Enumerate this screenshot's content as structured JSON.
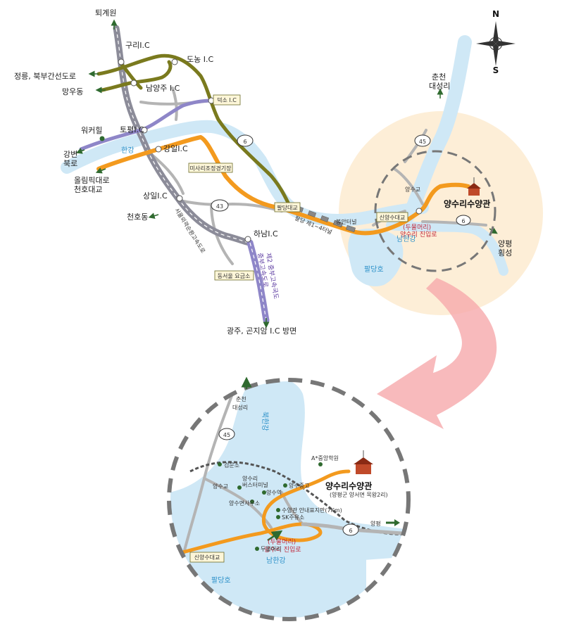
{
  "top_map": {
    "labels": {
      "toegyewon": "퇴계원",
      "guri_ic": "구리I.C",
      "donong_ic": "도농 I.C",
      "jeongneung": "정릉, 북부간선도로",
      "mangu": "망우동",
      "namyangju_ic": "남양주 I.C",
      "deokso_ic": "덕소 I.C",
      "walkerhill": "워커힐",
      "topyeong_ic": "토평I.C",
      "gangil_ic": "강일I.C",
      "hangang": "한강",
      "gangbyeon": "강변\n북로",
      "olympic": "올림픽대로\n천호대교",
      "misari": "미사리조정경기장",
      "sangil_ic": "상일I.C",
      "cheonho": "천호동",
      "route43": "43",
      "route6": "6",
      "seoul_ring": "서울외곽순환고속도로",
      "hanam_ic": "하남I.C",
      "jungbu2": "제2 중부고속국도\n중부고속도로",
      "dongseoul_toll": "동서울 요금소",
      "gwangju": "광주, 곤지암 I.C 방면",
      "paldang_bridge": "팔당대교",
      "tunnel1_4": "팔당 제1~4터널",
      "bongan_tunnel": "봉안터널",
      "paldangho": "팔당호",
      "chuncheon": "춘천\n대성리",
      "route45": "45",
      "yangsugyo": "양수교",
      "sinyangsu_bridge": "신양수대교",
      "dumulmeori": "(두물머리)\n양수리 진입로",
      "namhangang": "남한강",
      "museum": "양수리수양관",
      "yangpyeong": "양평\n횡성",
      "compass_n": "N",
      "compass_s": "S"
    }
  },
  "detail_map": {
    "labels": {
      "chuncheon": "춘천\n대성리",
      "route45": "45",
      "bukhangang": "북한강",
      "gwonmunso": "검문소",
      "school": "A*중앙학원",
      "yangsugyo": "양수교",
      "bus_terminal": "양수리\n버스터미널",
      "yangsu_station": "양수역",
      "yangsu_middle": "양수중고",
      "museum": "양수리수양관",
      "museum_addr": "(양평군 양서면 목왕2리)",
      "myeon_office": "양수면사무소",
      "sign": "수양관 안내표지판(7Km)",
      "sk_gas": "SK주유소",
      "yangpyeong": "양평",
      "route6": "6",
      "dumulmeori_entry": "(두물머리)\n양수리 진입로",
      "sinyangsu_bridge": "신양수대교",
      "dumulmeori": "두물머리",
      "namhangang": "남한강",
      "paldangho": "팔당호"
    }
  },
  "colors": {
    "river": "#cfe8f6",
    "orange_route": "#f39a1e",
    "olive_road": "#7a7a1e",
    "purple_road": "#8e86c8",
    "gray_road": "#b4b4b4",
    "highlight_circle": "#fdebd0",
    "arrow_pink": "#f6a9ab"
  }
}
